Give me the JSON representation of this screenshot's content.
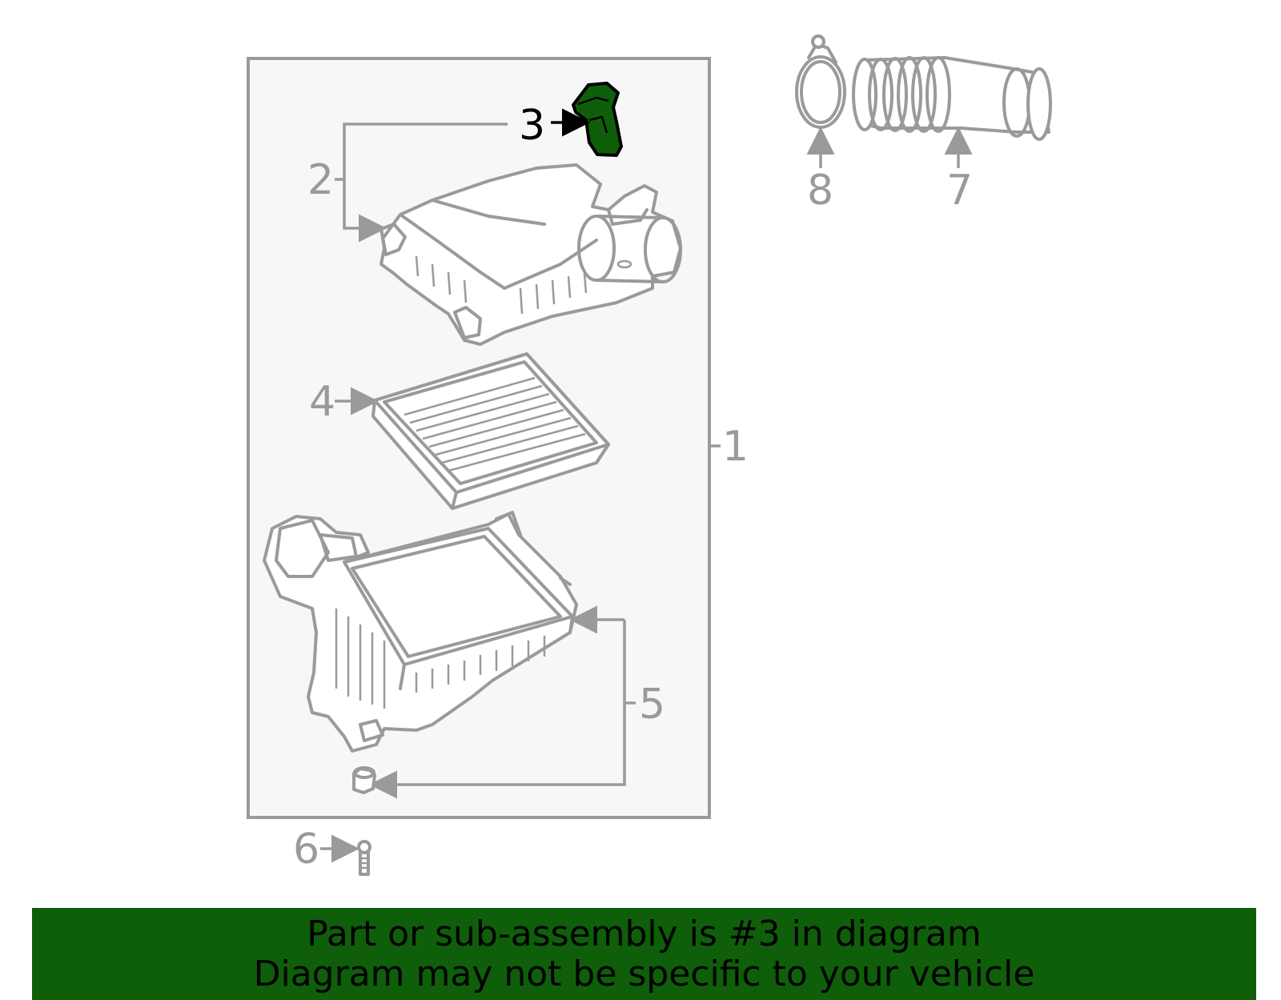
{
  "diagram": {
    "callouts": {
      "c1": "1",
      "c2": "2",
      "c3": "3",
      "c4": "4",
      "c5": "5",
      "c6": "6",
      "c7": "7",
      "c8": "8"
    },
    "highlighted_part": "3",
    "colors": {
      "highlight": "#0f5e0a",
      "line": "#9a9a9a",
      "box_fill": "#f7f7f7"
    }
  },
  "banner": {
    "line1": "Part or sub-assembly is #3 in diagram",
    "line2": "Diagram may not be specific to your vehicle",
    "background": "#0f5e0a"
  }
}
